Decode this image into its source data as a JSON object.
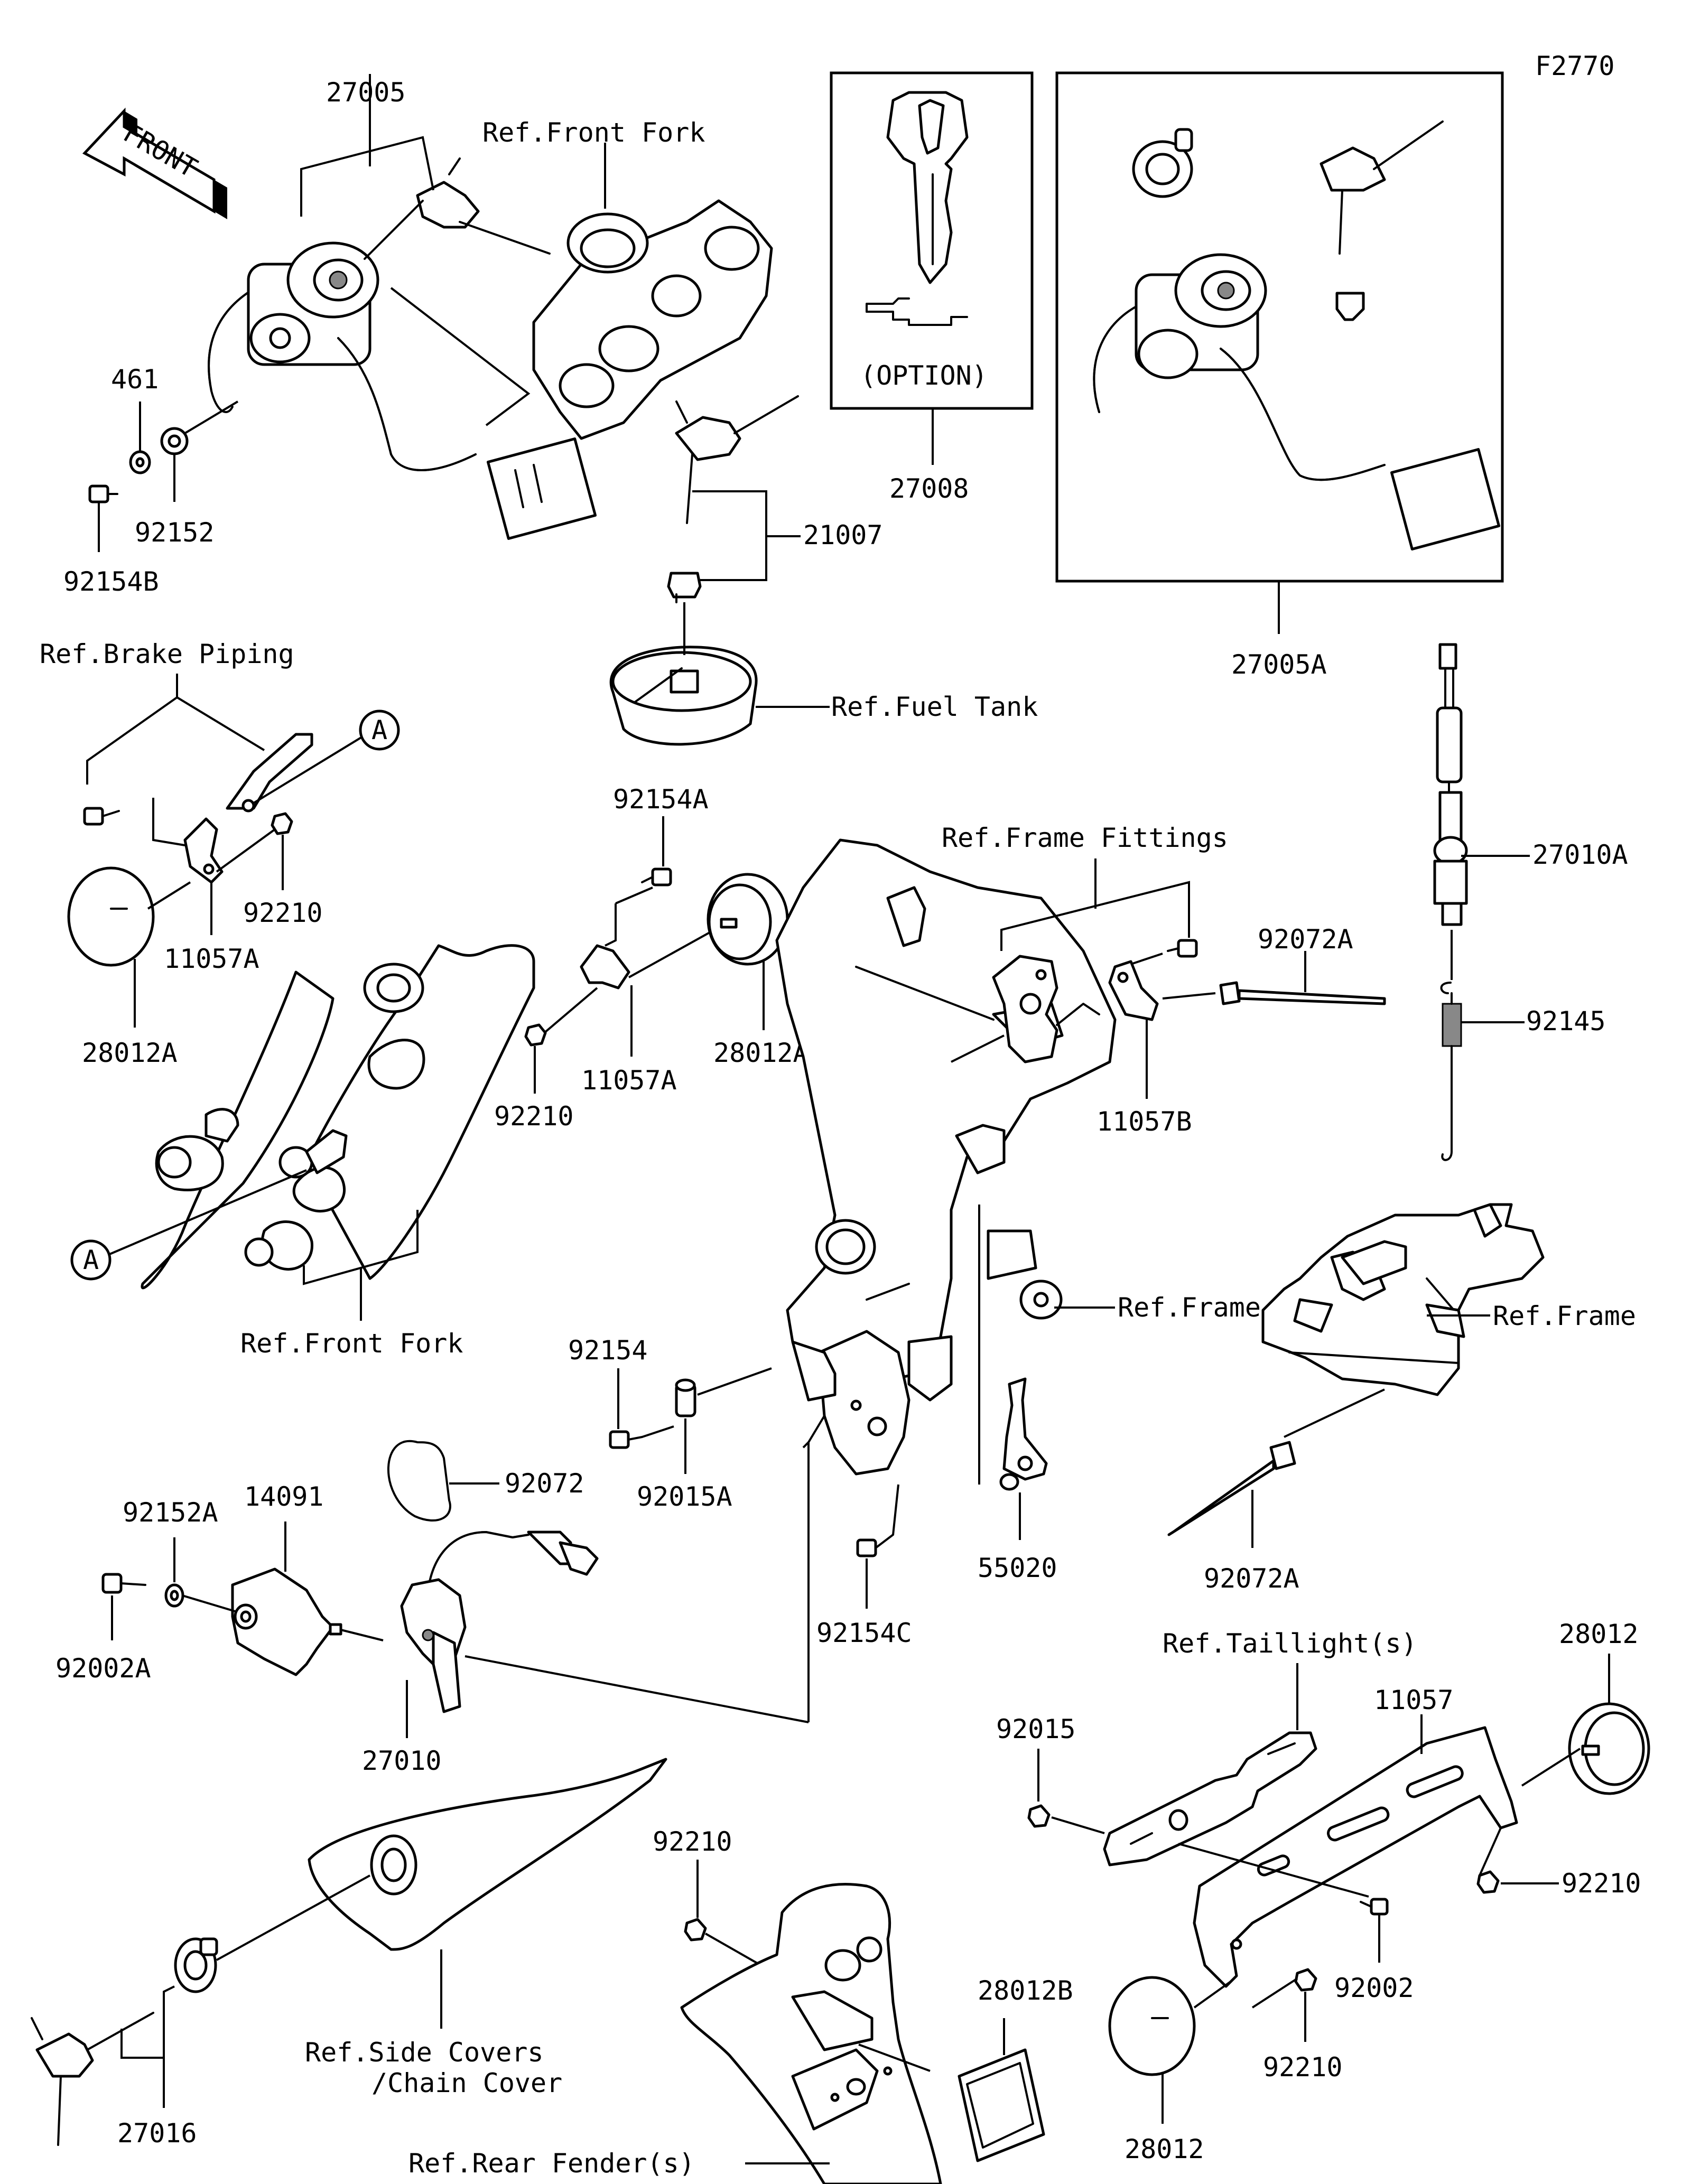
{
  "figure_code": "F2770",
  "front_badge": "FRONT",
  "option_text": "(OPTION)",
  "callout_a": "A",
  "labels": {
    "p27005": "27005",
    "ref_front_fork_top": "Ref.Front Fork",
    "p461": "461",
    "p92152": "92152",
    "p92154B": "92154B",
    "p27008": "27008",
    "p21007": "21007",
    "ref_fuel_tank": "Ref.Fuel Tank",
    "p27005A": "27005A",
    "ref_brake_piping": "Ref.Brake Piping",
    "p92210_left": "92210",
    "p11057A_left": "11057A",
    "p28012A_left": "28012A",
    "p92154A": "92154A",
    "p28012A_mid": "28012A",
    "p11057A_mid": "11057A",
    "p92210_mid": "92210",
    "ref_front_fork_bottom": "Ref.Front Fork",
    "ref_frame_fittings": "Ref.Frame Fittings",
    "p92072A_top": "92072A",
    "p11057B": "11057B",
    "p27010A": "27010A",
    "p92145": "92145",
    "ref_frame_center": "Ref.Frame",
    "ref_frame_right": "Ref.Frame",
    "p92154": "92154",
    "p92015A": "92015A",
    "p92072": "92072",
    "p92152A": "92152A",
    "p14091": "14091",
    "p92002A": "92002A",
    "p27010": "27010",
    "p92154C": "92154C",
    "p55020": "55020",
    "p92072A_bottom": "92072A",
    "ref_taillights": "Ref.Taillight(s)",
    "p28012_top": "28012",
    "p11057": "11057",
    "p92015": "92015",
    "p92210_right": "92210",
    "p92002": "92002",
    "p92210_bottom": "92210",
    "p28012_bottom": "28012",
    "p92210_fender": "92210",
    "p28012B": "28012B",
    "ref_side_covers": "Ref.Side Covers",
    "chain_cover": "/Chain Cover",
    "ref_rear_fender": "Ref.Rear Fender(s)",
    "p27016": "27016"
  }
}
